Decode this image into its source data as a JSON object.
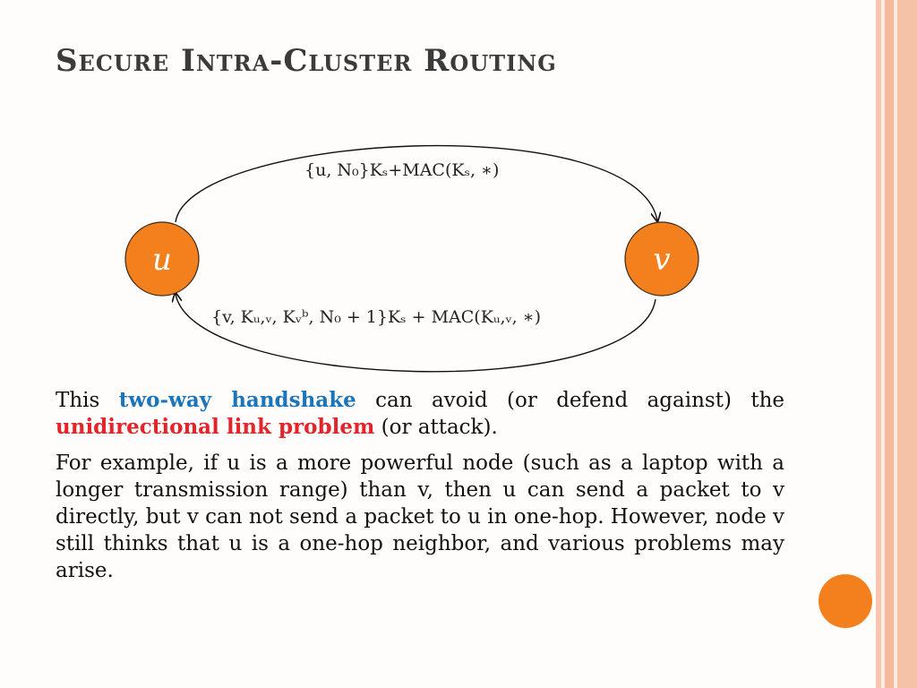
{
  "title": "Secure Intra-Cluster Routing",
  "diagram": {
    "nodes": [
      {
        "id": "u",
        "label": "u",
        "color": "#f3801c"
      },
      {
        "id": "v",
        "label": "v",
        "color": "#f3801c"
      }
    ],
    "top_message": "{u, N₀}Kₛ+MAC(Kₛ, ∗)",
    "bottom_message": "{v, Kᵤ,ᵥ, Kᵥᵇ, N₀ + 1}Kₛ + MAC(Kᵤ,ᵥ, ∗)"
  },
  "paragraph1": {
    "before": "This ",
    "highlight_blue": "two-way handshake",
    "middle": " can avoid (or defend against) the ",
    "highlight_red": "unidirectional link problem",
    "after": " (or attack)."
  },
  "paragraph2": "For example, if u is a more powerful node (such as a laptop with a longer transmission range) than v, then u can send a packet to v directly, but v can not send a packet to u in one-hop. However, node v still thinks that u is a one-hop neighbor, and various problems may arise.",
  "colors": {
    "accent": "#f3801c",
    "highlight_blue": "#1b75bb",
    "highlight_red": "#e3242b",
    "title": "#3b3b3b"
  }
}
